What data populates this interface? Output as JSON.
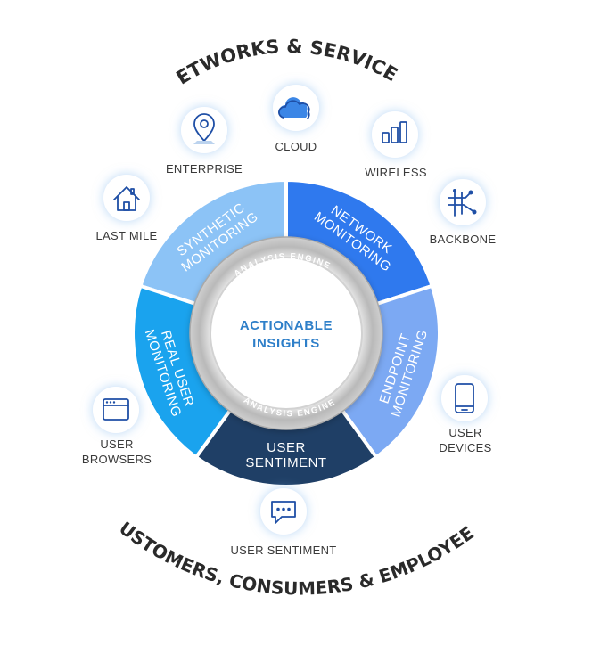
{
  "titles": {
    "top": "NETWORKS & SERVICES",
    "bottom": "CUSTOMERS, CONSUMERS & EMPLOYEES"
  },
  "center": {
    "line1": "ACTIONABLE",
    "line2": "INSIGHTS",
    "ring_top": "ANALYSIS ENGINE",
    "ring_bottom": "ANALYSIS ENGINE"
  },
  "segments": [
    {
      "id": "synthetic",
      "line1": "SYNTHETIC",
      "line2": "MONITORING",
      "color": "#8cc3f6"
    },
    {
      "id": "network",
      "line1": "NETWORK",
      "line2": "MONITORING",
      "color": "#2f79ee"
    },
    {
      "id": "endpoint",
      "line1": "ENDPOINT",
      "line2": "MONITORING",
      "color": "#7ca9f3"
    },
    {
      "id": "sentiment",
      "line1": "USER",
      "line2": "SENTIMENT",
      "color": "#1f3f66"
    },
    {
      "id": "realuser",
      "line1": "REAL USER",
      "line2": "MONITORING",
      "color": "#1aa3ee"
    }
  ],
  "nodes": [
    {
      "id": "enterprise",
      "icon": "location-pin-icon",
      "label": "ENTERPRISE"
    },
    {
      "id": "cloud",
      "icon": "cloud-icon",
      "label": "CLOUD"
    },
    {
      "id": "wireless",
      "icon": "signal-bars-icon",
      "label": "WIRELESS"
    },
    {
      "id": "lastmile",
      "icon": "house-icon",
      "label": "LAST MILE"
    },
    {
      "id": "backbone",
      "icon": "network-lines-icon",
      "label": "BACKBONE"
    },
    {
      "id": "browsers",
      "icon": "browser-window-icon",
      "label_lines": [
        "USER",
        "BROWSERS"
      ]
    },
    {
      "id": "devices",
      "icon": "mobile-device-icon",
      "label_lines": [
        "USER",
        "DEVICES"
      ]
    },
    {
      "id": "usersentiment",
      "icon": "chat-bubble-icon",
      "label": "USER SENTIMENT"
    }
  ]
}
